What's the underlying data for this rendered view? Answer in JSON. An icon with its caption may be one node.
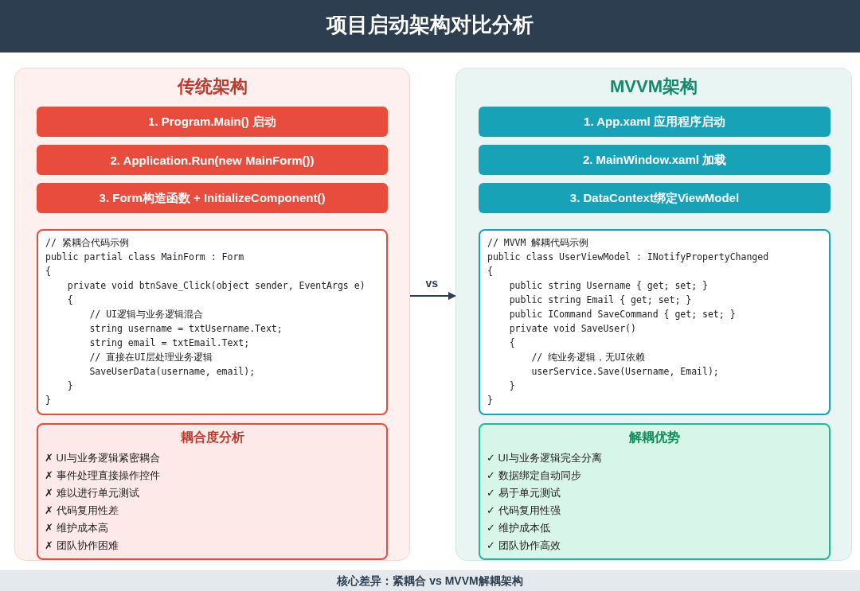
{
  "diagram": {
    "title": "项目启动架构对比分析",
    "nodes": [
      {
        "text": [
          "传统架构"
        ]
      },
      {
        "text": [
          "1. Program.Main() 启动"
        ],
        "in": 0
      },
      {
        "text": [
          "2. Application.Run(new MainForm())"
        ],
        "in": 0
      },
      {
        "text": [
          "3. Form构造函数 + InitializeComponent()"
        ],
        "in": 0
      },
      {
        "text": [
          "// 紧耦合代码示例",
          "public partial class MainForm : Form",
          "{",
          "    private void btnSave_Click(object sender, EventArgs e)",
          "    {",
          "        // UI逻辑与业务逻辑混合",
          "        string username = txtUsername.Text;",
          "        string email = txtEmail.Text;",
          "        // 直接在UI层处理业务逻辑",
          "        SaveUserData(username, email);",
          "    }",
          "}"
        ],
        "in": 0
      },
      {
        "text": [
          "耦合度分析",
          "✗ UI与业务逻辑紧密耦合",
          "✗ 事件处理直接操作控件",
          "✗ 难以进行单元测试",
          "✗ 代码复用性差",
          "✗ 维护成本高",
          "✗ 团队协作困难"
        ],
        "in": 0
      },
      {
        "text": [
          "MVVM架构"
        ]
      },
      {
        "text": [
          "1. App.xaml 应用程序启动"
        ],
        "in": 6
      },
      {
        "text": [
          "2. MainWindow.xaml 加载"
        ],
        "in": 6
      },
      {
        "text": [
          "3. DataContext绑定ViewModel"
        ],
        "in": 6
      },
      {
        "text": [
          "// MVVM 解耦代码示例",
          "public class UserViewModel : INotifyPropertyChanged",
          "{",
          "    public string Username { get; set; }",
          "    public string Email { get; set; }",
          "    public ICommand SaveCommand { get; set; }",
          "    private void SaveUser()",
          "    {",
          "        // 纯业务逻辑，无UI依赖",
          "        userService.Save(Username, Email);",
          "    }",
          "}"
        ],
        "in": 6
      },
      {
        "text": [
          "解耦优势",
          "✓ UI与业务逻辑完全分离",
          "✓ 数据绑定自动同步",
          "✓ 易于单元测试",
          "✓ 代码复用性强",
          "✓ 维护成本低",
          "✓ 团队协作高效"
        ],
        "in": 6
      }
    ],
    "edges": [
      {
        "from": 0,
        "to": 6,
        "arrow": "to",
        "label": "vs"
      }
    ],
    "labels": [
      "核心差异：紧耦合 vs MVVM解耦架构"
    ]
  }
}
